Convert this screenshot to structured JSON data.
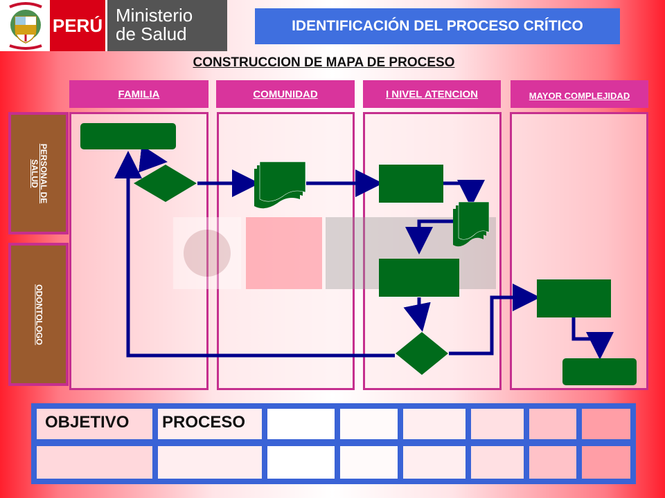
{
  "header": {
    "peru_label": "PERÚ",
    "ministry_line1": "Ministerio",
    "ministry_line2": "de Salud",
    "title": "IDENTIFICACIÓN DEL PROCESO CRÍTICO"
  },
  "diagram": {
    "subtitle": "CONSTRUCCION DE MAPA DE PROCESO",
    "columns": [
      "FAMILIA",
      "COMUNIDAD",
      "I NIVEL ATENCION",
      "MAYOR COMPLEJIDAD"
    ],
    "rows": [
      "PERSONAL DE SALUD",
      "ODONTOLOGO"
    ],
    "colors": {
      "shape_fill": "#006b1b",
      "arrow": "#00008b",
      "lane_border": "#c52f8e",
      "column_header": "#d9349c",
      "row_header": "#9a5b2e"
    }
  },
  "table": {
    "headers": [
      "OBJETIVO",
      "PROCESO"
    ],
    "border_color": "#3a63d6"
  }
}
